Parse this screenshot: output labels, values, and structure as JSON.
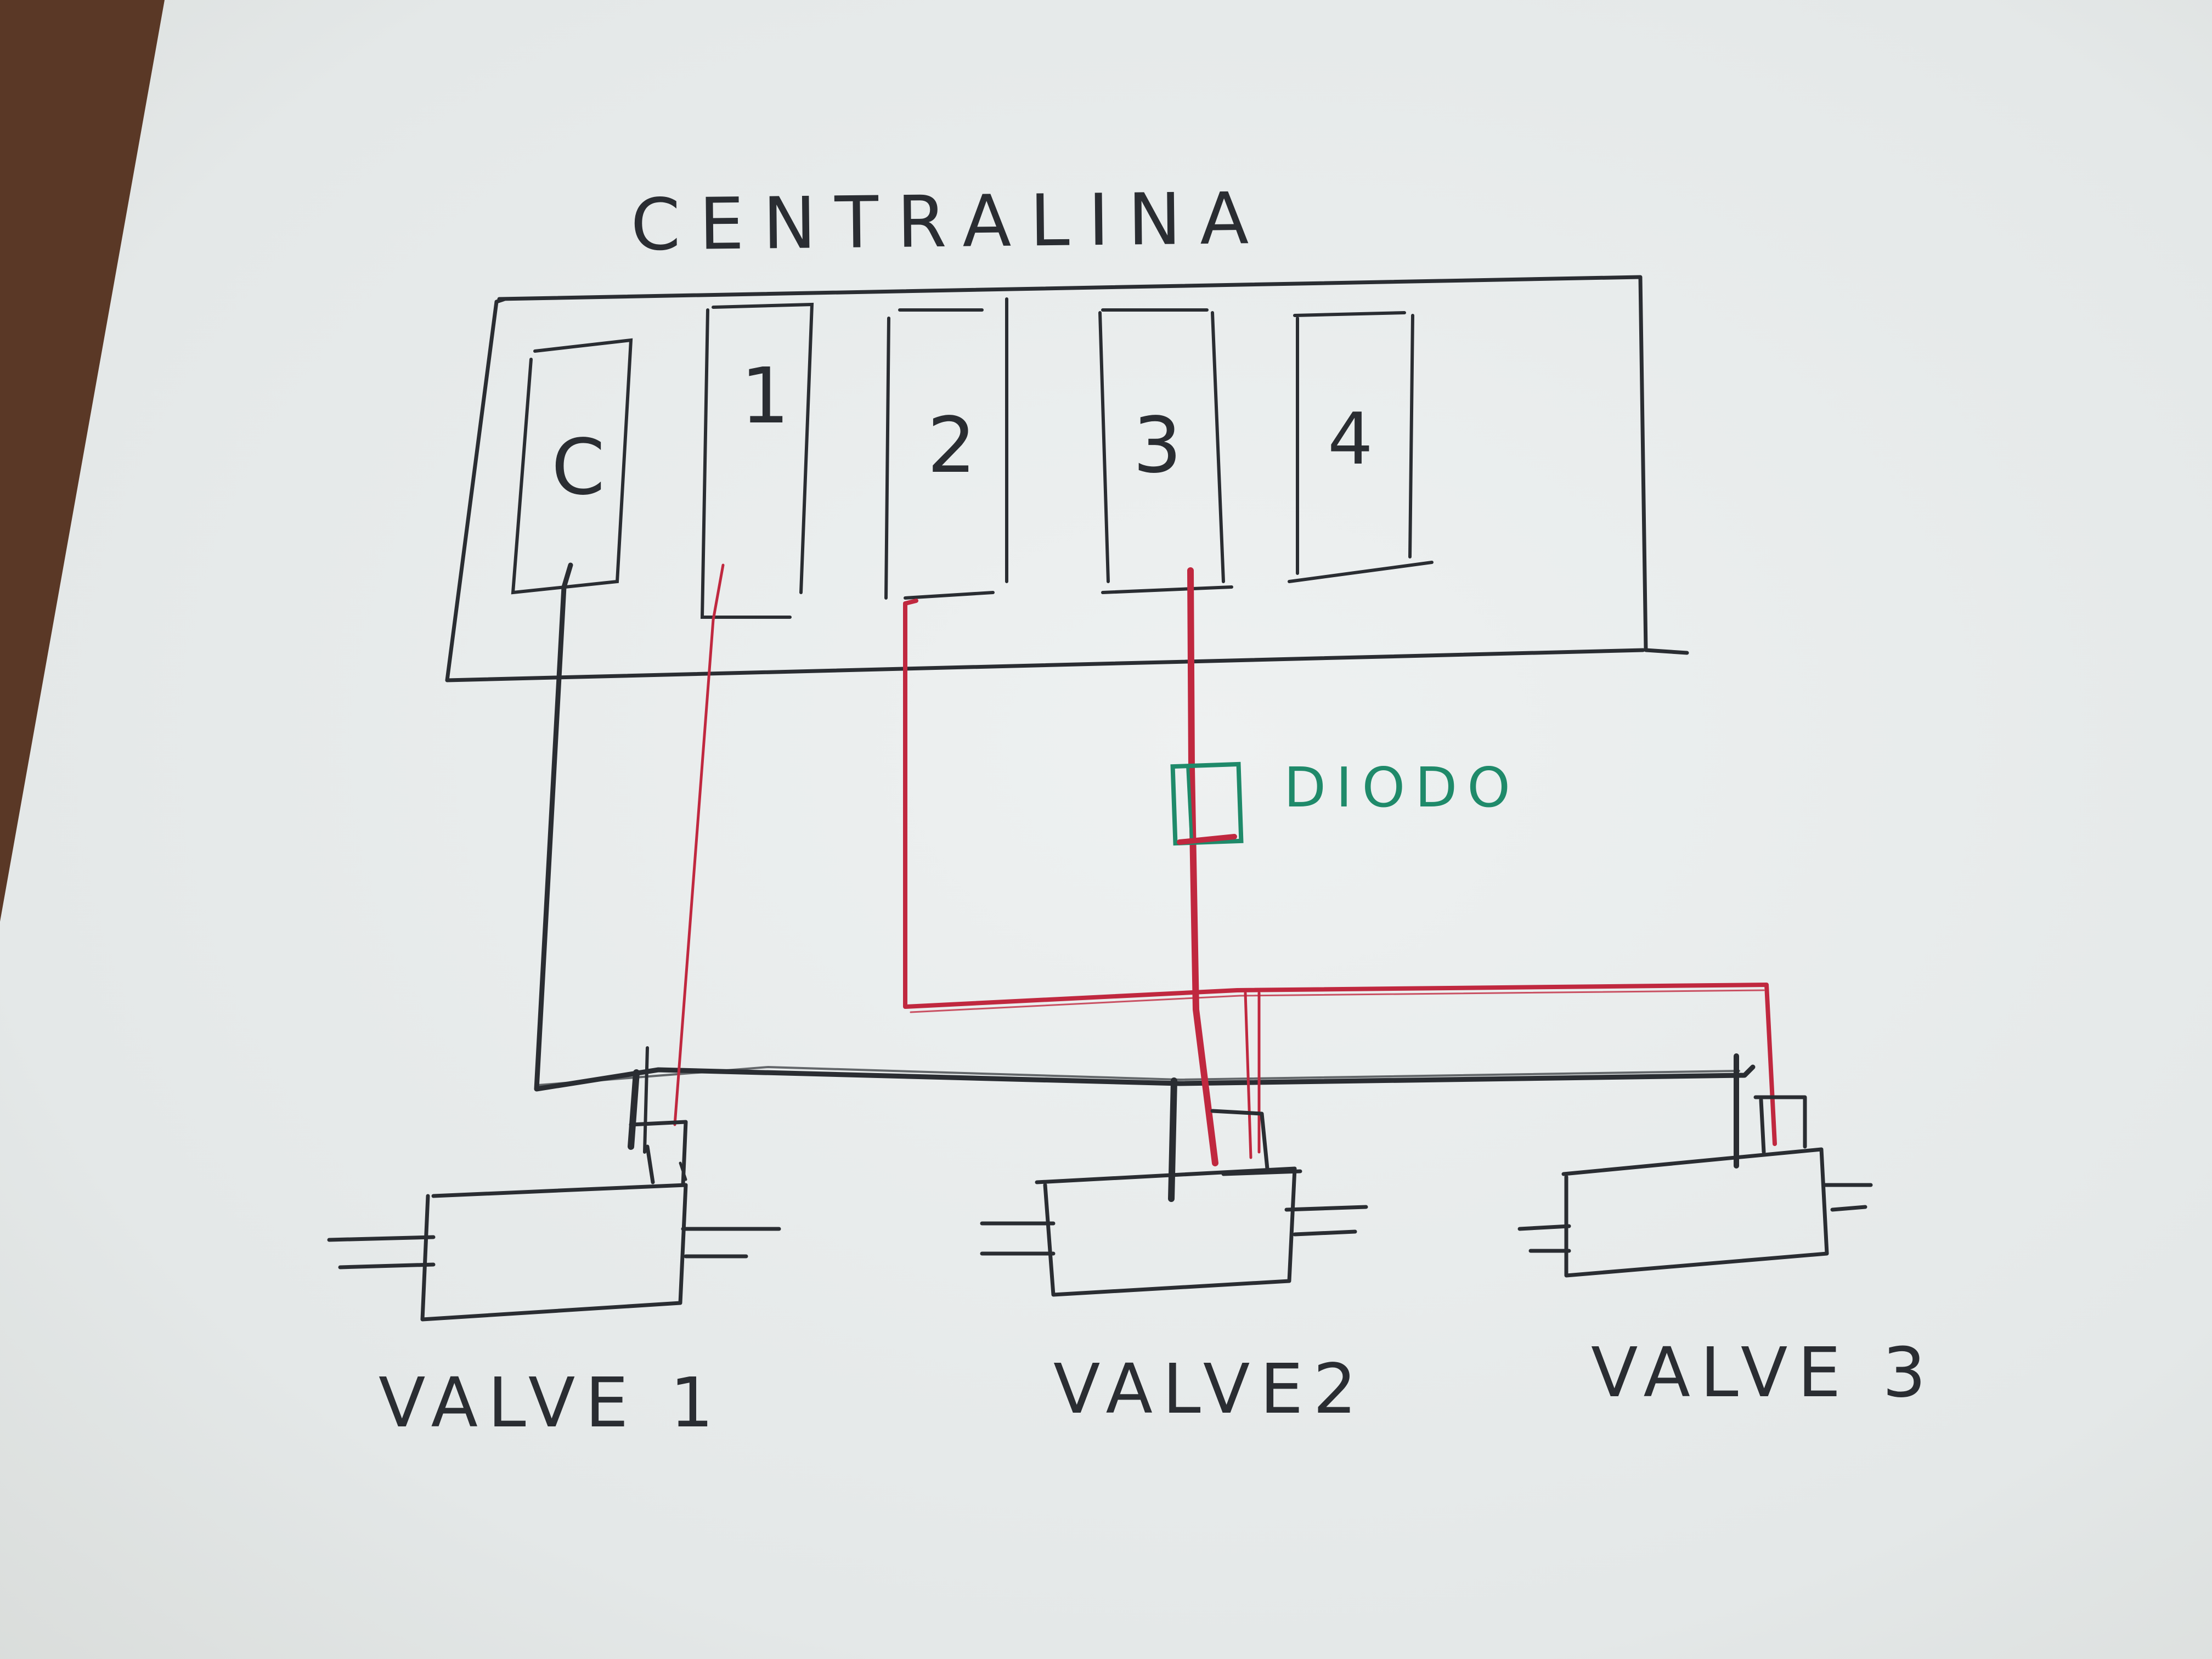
{
  "diagram": {
    "title": "CENTRALINA",
    "terminals": [
      {
        "id": "C",
        "label": "C"
      },
      {
        "id": "1",
        "label": "1"
      },
      {
        "id": "2",
        "label": "2"
      },
      {
        "id": "3",
        "label": "3"
      },
      {
        "id": "4",
        "label": "4"
      }
    ],
    "diode_label": "DIODO",
    "valves": [
      {
        "label": "VALVE 1"
      },
      {
        "label": "VALVE2"
      },
      {
        "label": "VALVE 3"
      }
    ],
    "colors": {
      "paper": "#e9ecec",
      "ink": "#2a2d32",
      "red_wire": "#c0283f",
      "green_diode": "#1f8a6a",
      "wood": "#5a3826"
    }
  }
}
